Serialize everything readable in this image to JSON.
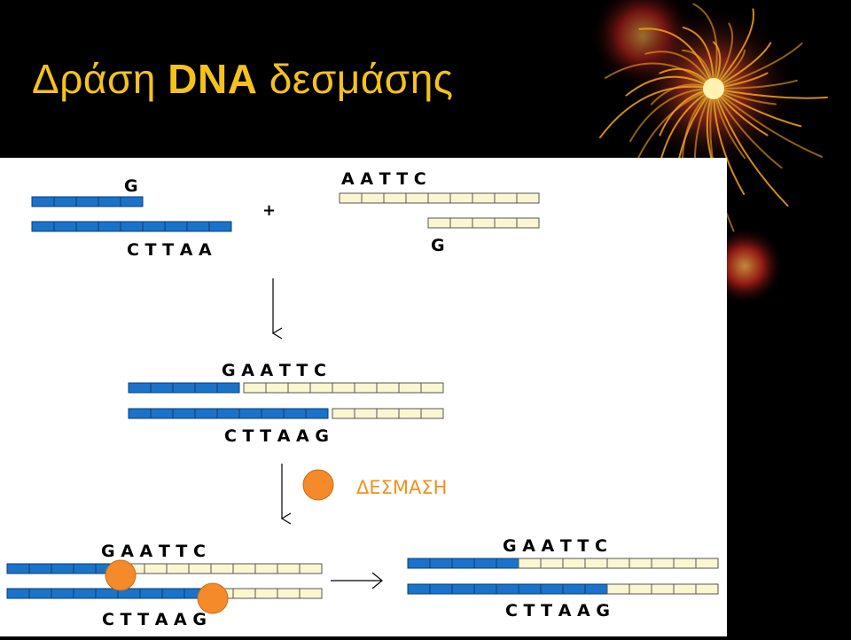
{
  "slide": {
    "title_prefix": "Δράση",
    "title_bold": "DNA",
    "title_suffix": "δεσμάσης"
  },
  "colors": {
    "title": "#f4c21b",
    "blue_strand": "#1a73c9",
    "cream_strand": "#fbf6d2",
    "ligase": "#f58a2b",
    "ligase_label": "#f5901e"
  },
  "diagram": {
    "left_fragment": {
      "top_label": "G",
      "bottom_label": "C T T A A"
    },
    "plus_sign": "+",
    "right_fragment": {
      "top_label": "A A T T C",
      "bottom_label": "G"
    },
    "annealed": {
      "top_label": "G A A T T C",
      "bottom_label": "C T T A A G"
    },
    "ligase_label": "ΔΕΣΜΑΣΗ",
    "ligating": {
      "top_label": "G A A T T C",
      "bottom_label": "C T T A A G"
    },
    "ligated": {
      "top_label": "G A A T T C",
      "bottom_label": "C T T A A G"
    }
  }
}
